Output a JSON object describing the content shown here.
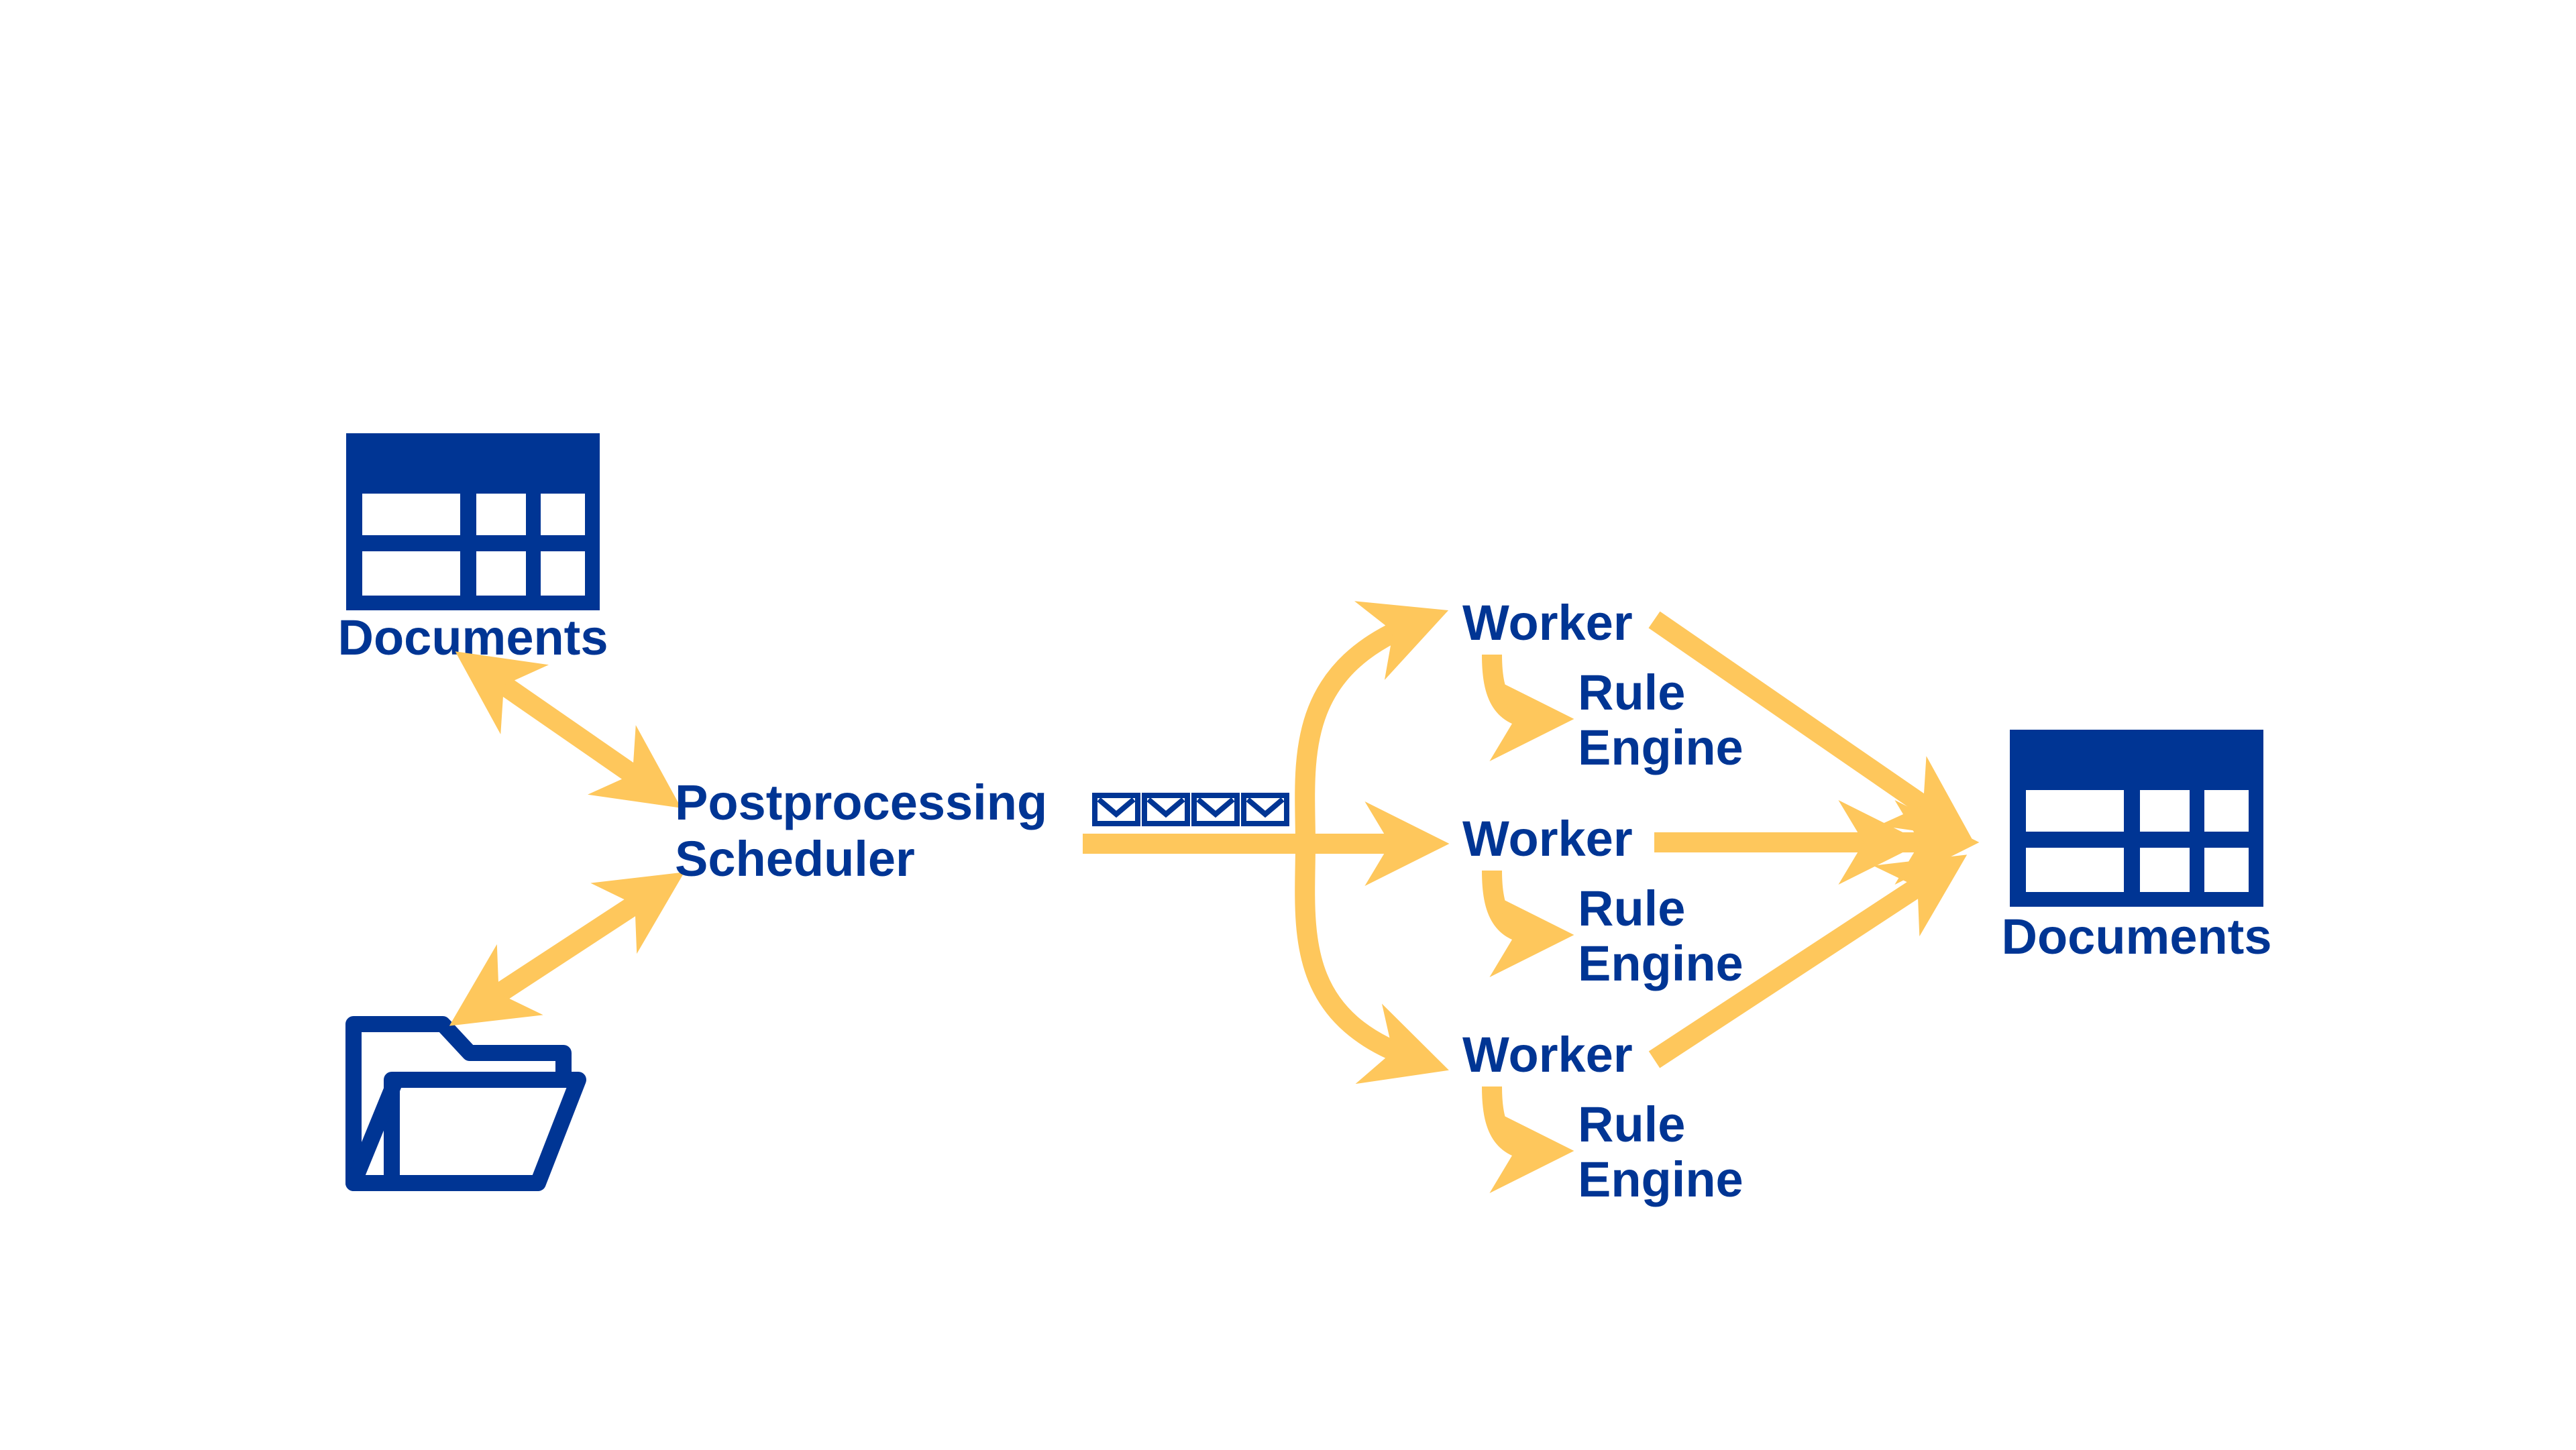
{
  "colors": {
    "primary": "#003594",
    "arrow": "#FEC75C",
    "background": "#FFFFFF"
  },
  "source_table": {
    "icon": "table-icon",
    "label": "Documents"
  },
  "source_folder": {
    "icon": "folder-icon"
  },
  "scheduler": {
    "line1": "Postprocessing",
    "line2": "Scheduler"
  },
  "queue": {
    "icon": "envelope-icon",
    "count": 4
  },
  "workers": [
    {
      "label": "Worker",
      "engine_line1": "Rule",
      "engine_line2": "Engine"
    },
    {
      "label": "Worker",
      "engine_line1": "Rule",
      "engine_line2": "Engine"
    },
    {
      "label": "Worker",
      "engine_line1": "Rule",
      "engine_line2": "Engine"
    }
  ],
  "target_table": {
    "icon": "table-icon",
    "label": "Documents"
  }
}
